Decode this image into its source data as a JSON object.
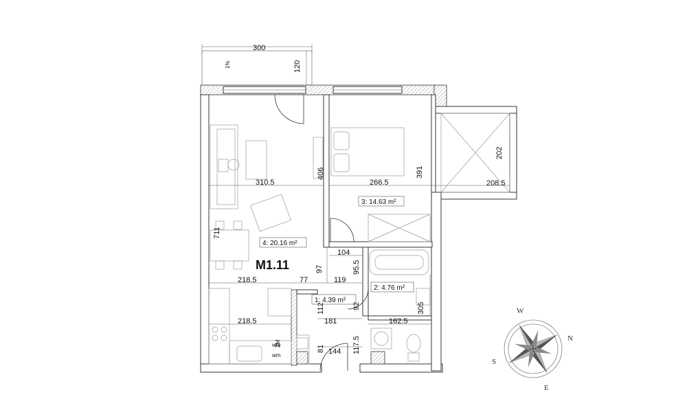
{
  "unit": {
    "code": "M1.11"
  },
  "rooms": [
    {
      "id": "hall",
      "label": "1: 4.39 m²"
    },
    {
      "id": "bathroom",
      "label": "2: 4.76 m²"
    },
    {
      "id": "bedroom",
      "label": "3: 14.63 m²"
    },
    {
      "id": "living",
      "label": "4: 20.16 m²"
    }
  ],
  "dimensions": {
    "balcony_width": "300",
    "balcony_depth": "120",
    "balcony_slope": "1%",
    "living_width": "310.5",
    "living_height": "711",
    "living_window_height": "406",
    "bedroom_width": "266.5",
    "bedroom_height": "391",
    "terrace_width": "208.5",
    "terrace_depth": "202",
    "kitchen_width_top": "218.5",
    "kitchen_width_bottom": "218.5",
    "hall_niche_width": "77",
    "hall_upper_height": "97",
    "hall_upper_width": "104",
    "hall_width": "119",
    "hall_height": "112",
    "hall_inner_height": "92",
    "closet_width": "181",
    "bath_tub_height": "95.5",
    "bath_width": "162.5",
    "bath_height": "305",
    "entry_width": "144",
    "entry_side": "81",
    "entry_height": "117.5"
  },
  "appliances": {
    "zm": "ZM",
    "wm1": "wm",
    "wm2": "wm"
  },
  "compass": {
    "north": "N",
    "east": "E",
    "south": "S",
    "west": "W"
  }
}
